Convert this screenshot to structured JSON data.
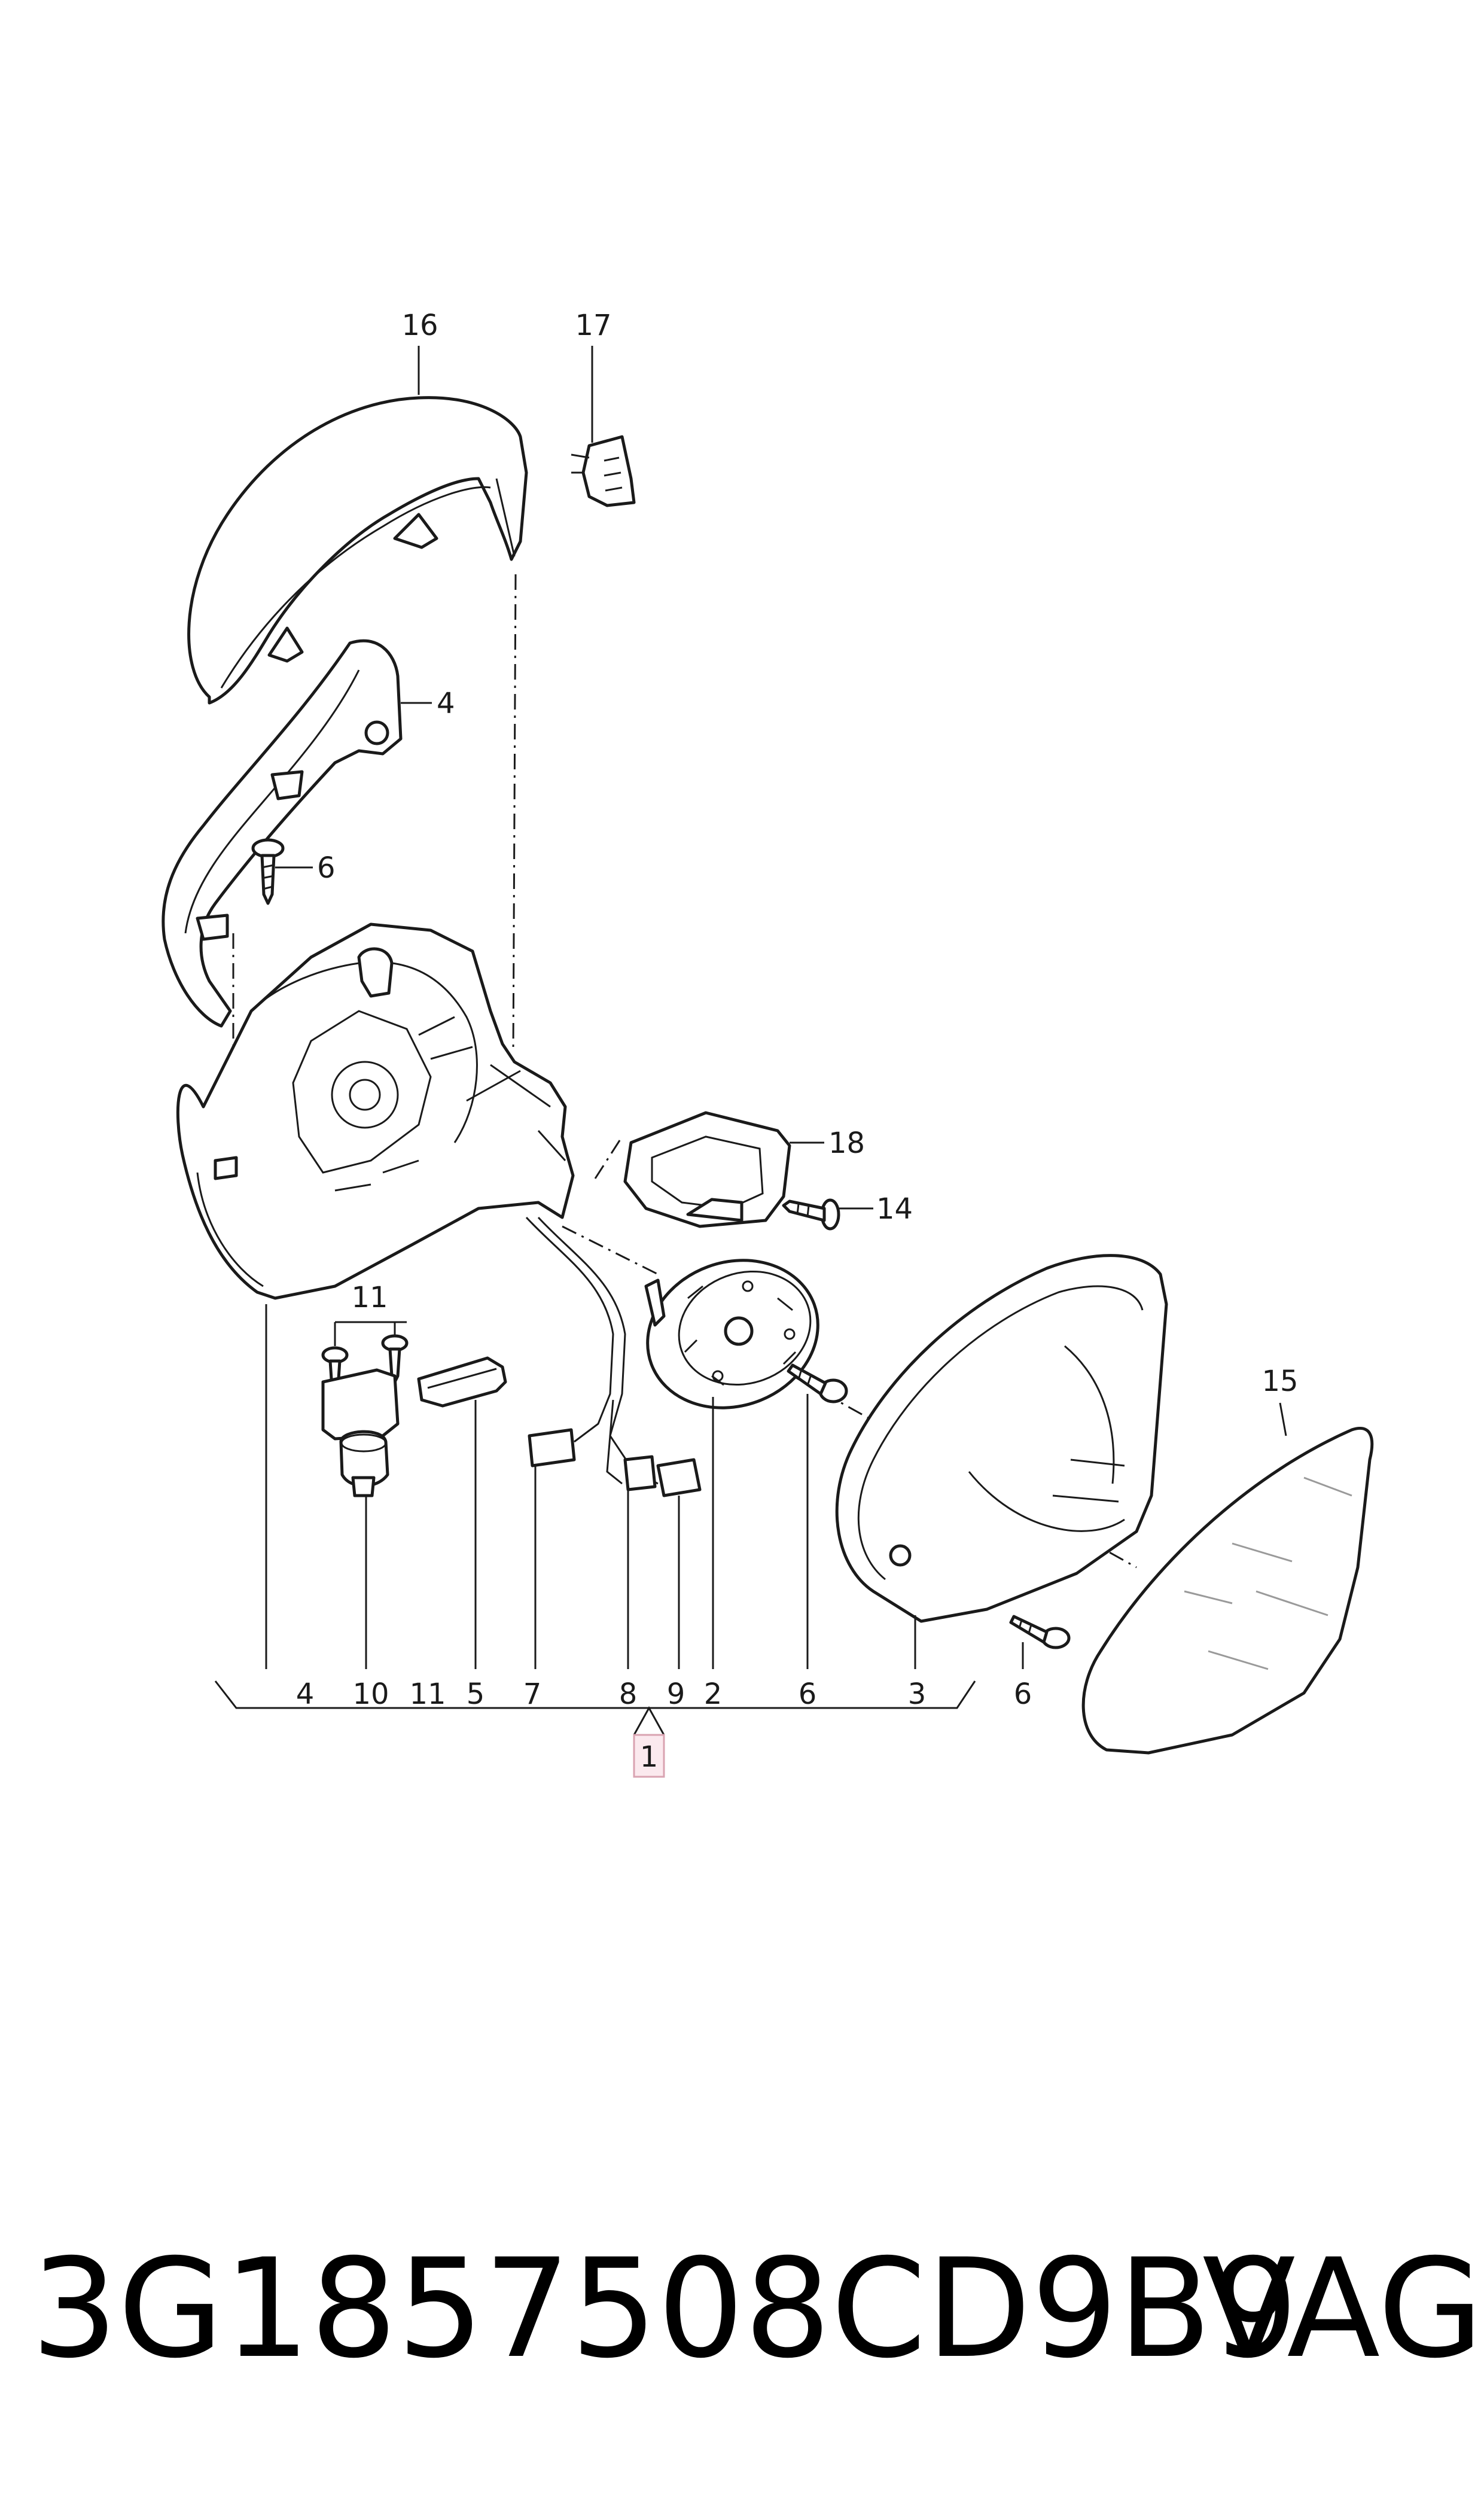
{
  "callouts": {
    "c16": "16",
    "c17": "17",
    "c4_top": "4",
    "c6_top": "6",
    "c18": "18",
    "c14": "14",
    "c11_top": "11",
    "c15": "15",
    "c6_right": "6",
    "main_assembly": "1"
  },
  "bottom_row": [
    "4",
    "10",
    "11",
    "5",
    "7",
    "8",
    "9",
    "2",
    "6",
    "3"
  ],
  "footer": {
    "part_code": "3G1857508CD9B9",
    "brand": "VAG"
  }
}
